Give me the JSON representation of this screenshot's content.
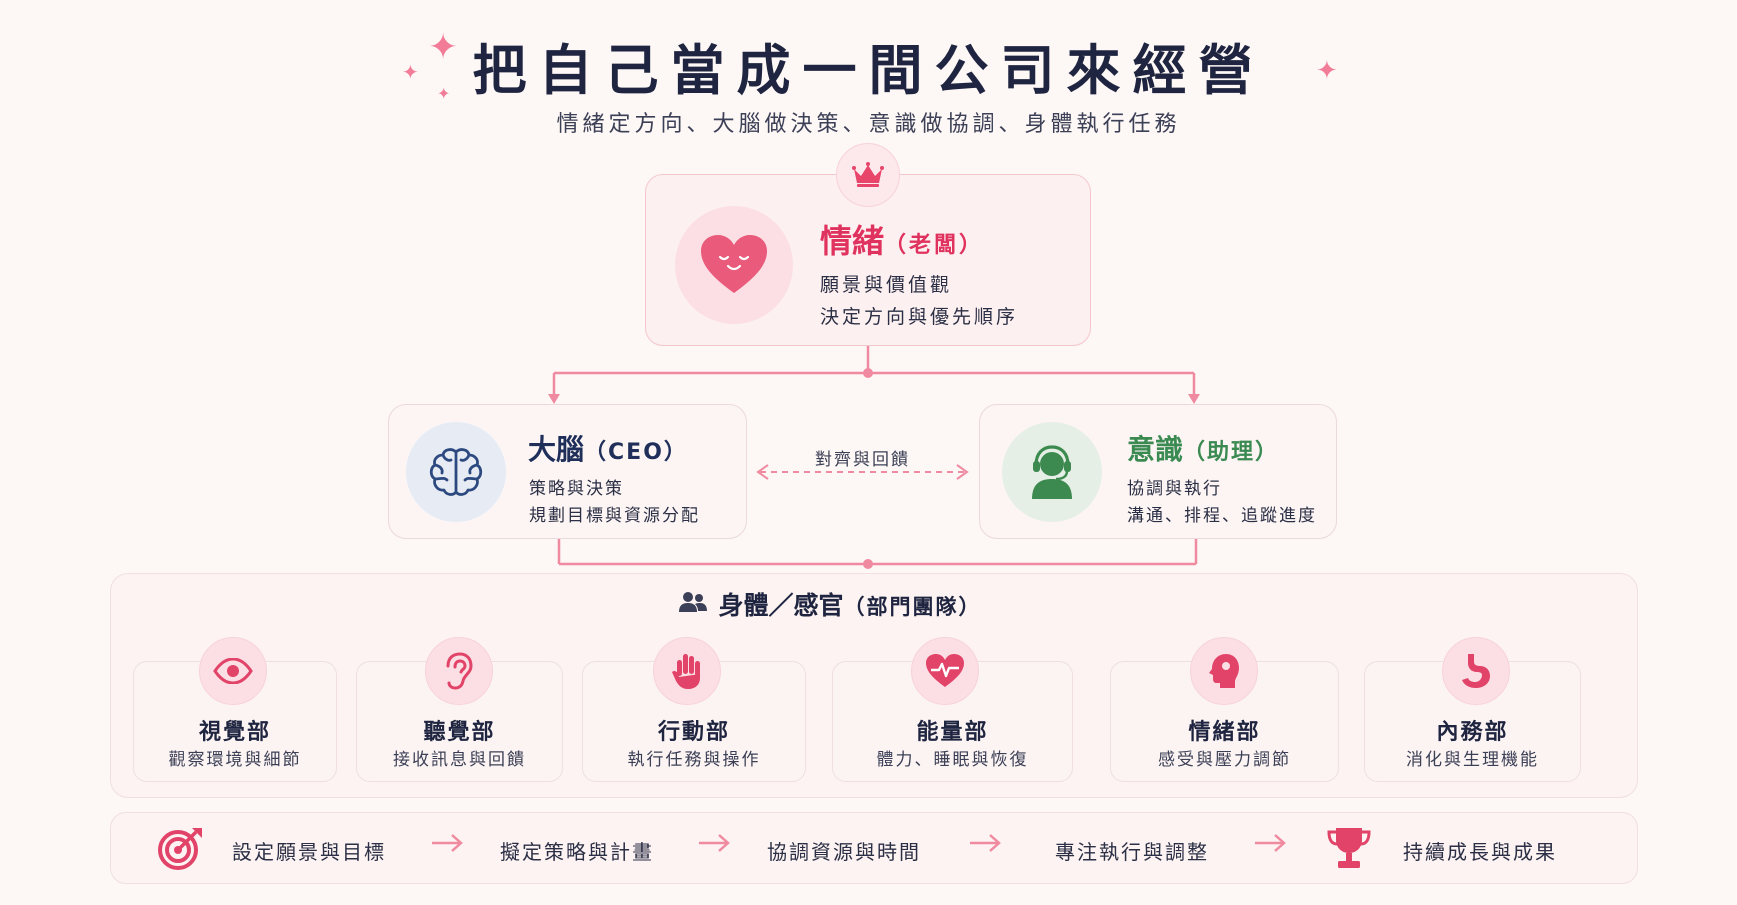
{
  "header": {
    "title": "把自己當成一間公司來經營",
    "subtitle": "情緒定方向、大腦做決策、意識做協調、身體執行任務"
  },
  "boss": {
    "name": "情緒",
    "role": "（老闆）",
    "lines": [
      "願景與價值觀",
      "決定方向與優先順序"
    ],
    "icon": "smiling-heart-icon",
    "badge_icon": "crown-icon"
  },
  "ceo": {
    "name": "大腦",
    "role": "（CEO）",
    "lines": [
      "策略與決策",
      "規劃目標與資源分配"
    ],
    "icon": "brain-icon"
  },
  "assistant": {
    "name": "意識",
    "role": "（助理）",
    "lines": [
      "協調與執行",
      "溝通、排程、追蹤進度"
    ],
    "icon": "headset-person-icon"
  },
  "sync_label": "對齊與回饋",
  "body": {
    "title": "身體／感官",
    "role": "（部門團隊）",
    "icon": "team-icon",
    "departments": [
      {
        "name": "視覺部",
        "desc": "觀察環境與細節",
        "icon": "eye-icon"
      },
      {
        "name": "聽覺部",
        "desc": "接收訊息與回饋",
        "icon": "ear-icon"
      },
      {
        "name": "行動部",
        "desc": "執行任務與操作",
        "icon": "hand-icon"
      },
      {
        "name": "能量部",
        "desc": "體力、睡眠與恢復",
        "icon": "heartbeat-icon"
      },
      {
        "name": "情緒部",
        "desc": "感受與壓力調節",
        "icon": "head-profile-icon"
      },
      {
        "name": "內務部",
        "desc": "消化與生理機能",
        "icon": "stomach-icon"
      }
    ]
  },
  "flow": {
    "start_icon": "target-icon",
    "end_icon": "trophy-icon",
    "steps": [
      "設定願景與目標",
      "擬定策略與計畫",
      "協調資源與時間",
      "專注執行與調整",
      "持續成長與成果"
    ]
  },
  "colors": {
    "accent_pink": "#e0325e",
    "ceo_navy": "#1f2f5a",
    "assistant_green": "#3b8a52",
    "connector_pink": "#f08aa0",
    "background": "#fdf7f5"
  }
}
